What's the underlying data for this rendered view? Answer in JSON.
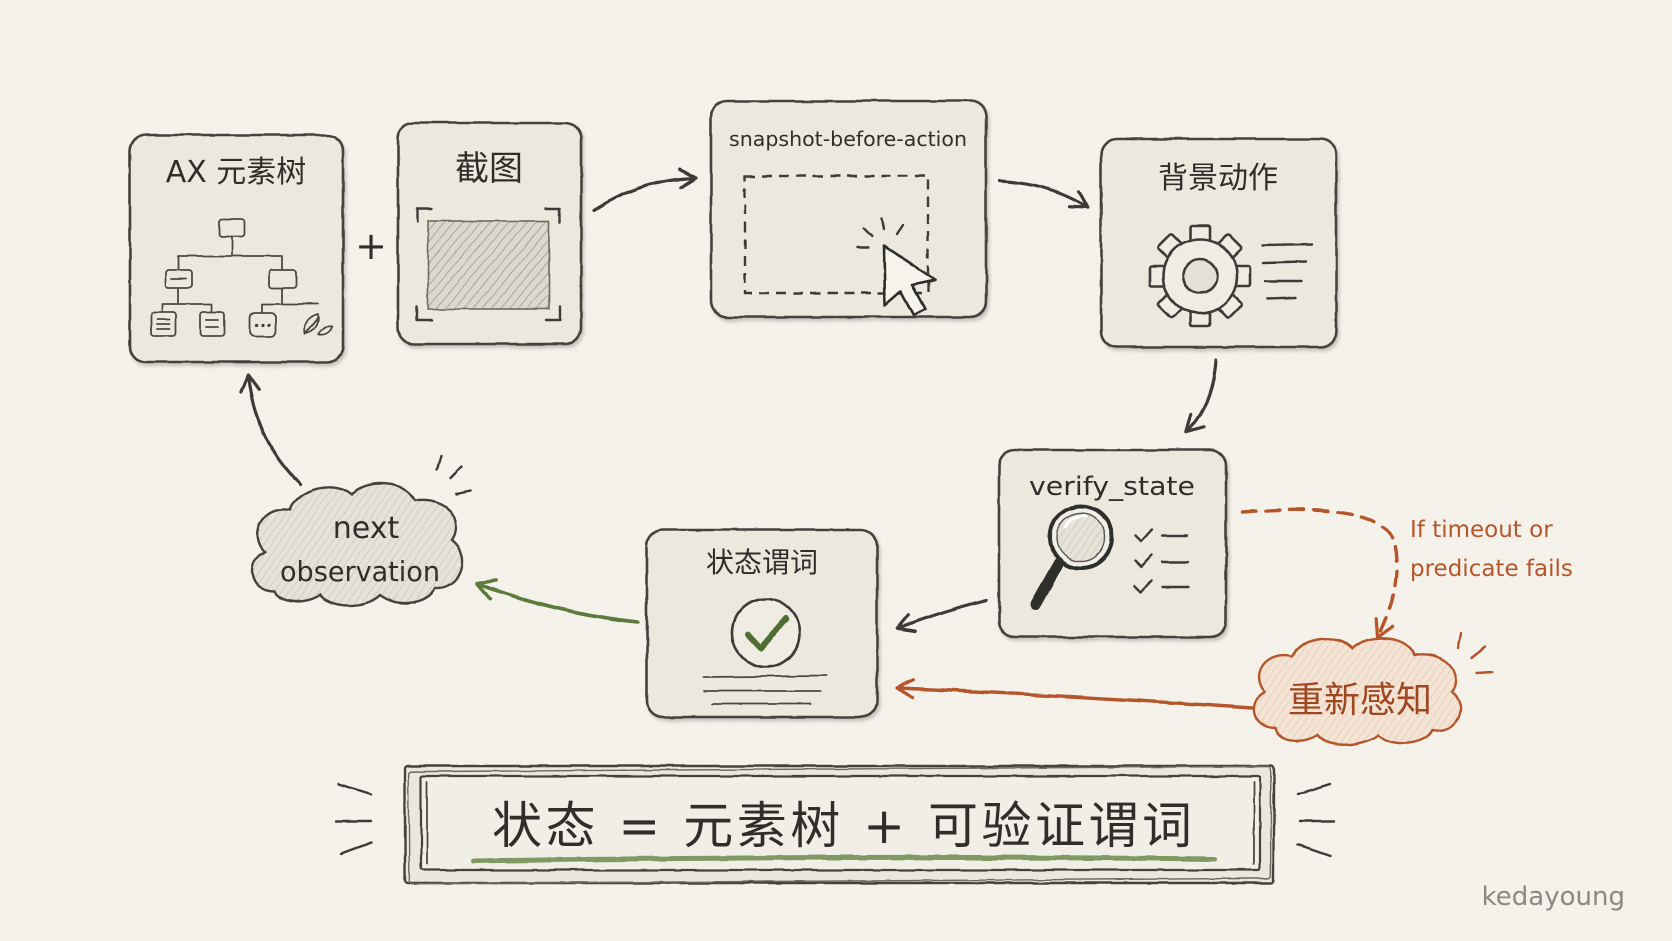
{
  "nodes": {
    "ax_tree": {
      "label": "AX 元素树"
    },
    "screenshot": {
      "label": "截图"
    },
    "snapshot": {
      "label": "snapshot-before-action"
    },
    "background_action": {
      "label": "背景动作"
    },
    "verify_state": {
      "label": "verify_state"
    },
    "state_predicate": {
      "label": "状态谓词"
    },
    "next_observation": {
      "line1": "next",
      "line2": "observation"
    },
    "re_perceive": {
      "label": "重新感知"
    }
  },
  "connectors": {
    "plus": "+"
  },
  "failure_note": {
    "line1": "If timeout or",
    "line2": "predicate fails"
  },
  "banner": {
    "text": "状态 = 元素树 + 可验证谓词"
  },
  "signature": "kedayoung",
  "colors": {
    "background": "#f6f3ec",
    "box_fill": "#ece8de",
    "ink": "#3d3b37",
    "failure_path": "#b5562a",
    "success_path": "#5c7a3a"
  }
}
